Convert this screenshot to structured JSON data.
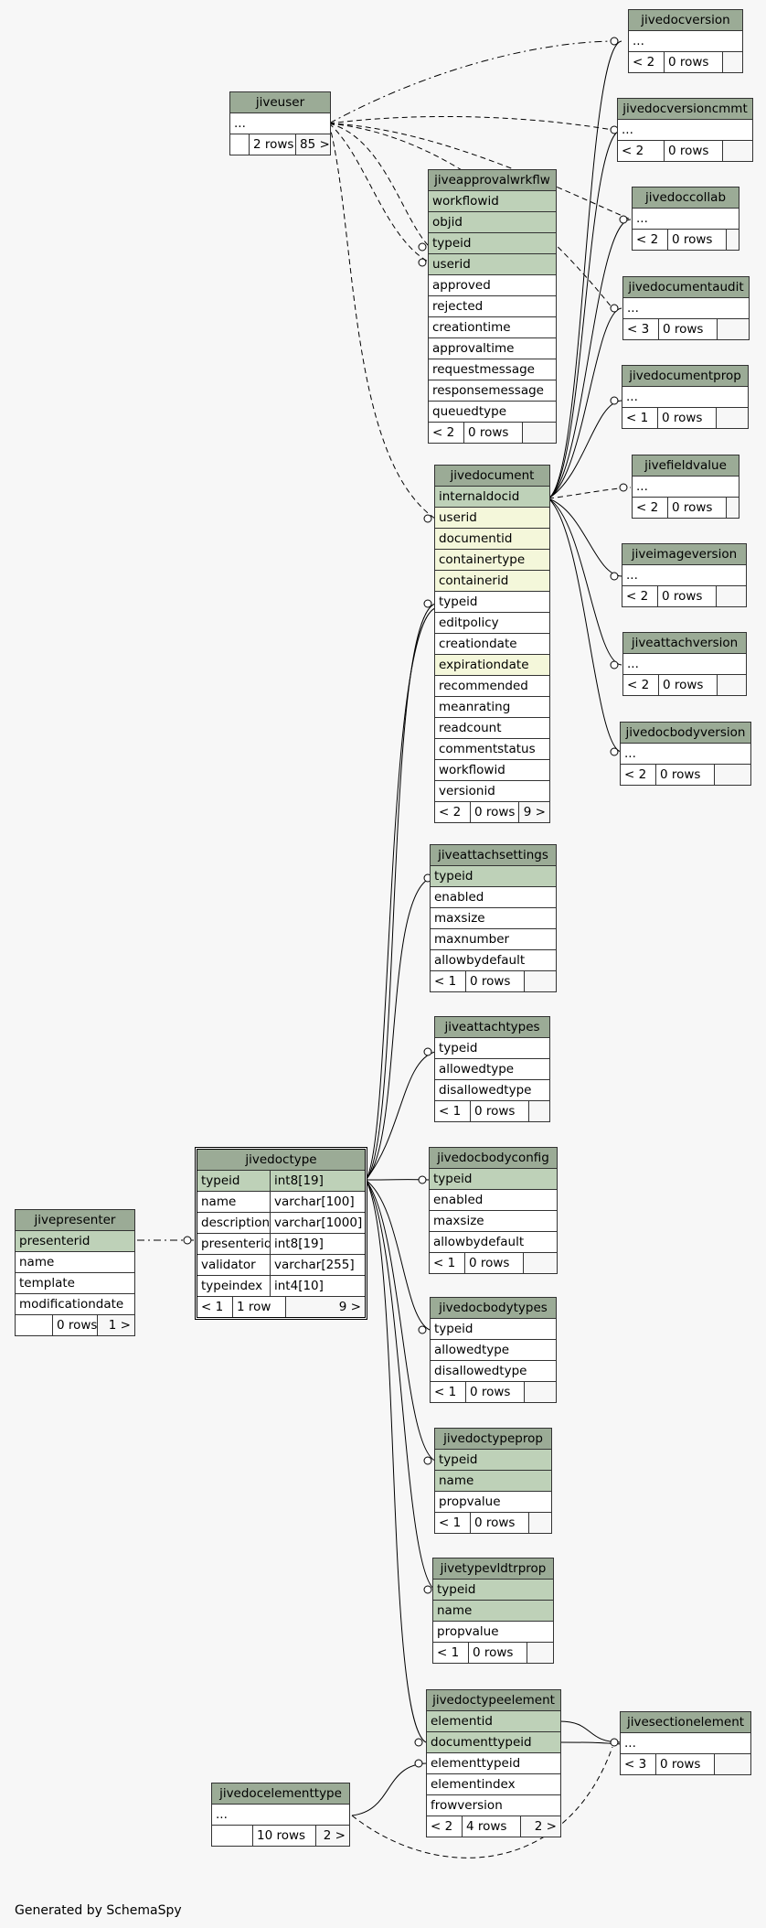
{
  "credit": "Generated by SchemaSpy",
  "tables": {
    "jivedocversion": {
      "name": "jivedocversion",
      "rows": [
        "..."
      ],
      "foot": [
        "< 2",
        "0 rows",
        ""
      ]
    },
    "jivedocversioncmmt": {
      "name": "jivedocversioncmmt",
      "rows": [
        "..."
      ],
      "foot": [
        "< 2",
        "0 rows",
        ""
      ]
    },
    "jivedoccollab": {
      "name": "jivedoccollab",
      "rows": [
        "..."
      ],
      "foot": [
        "< 2",
        "0 rows",
        ""
      ]
    },
    "jivedocumentaudit": {
      "name": "jivedocumentaudit",
      "rows": [
        "..."
      ],
      "foot": [
        "< 3",
        "0 rows",
        ""
      ]
    },
    "jivedocumentprop": {
      "name": "jivedocumentprop",
      "rows": [
        "..."
      ],
      "foot": [
        "< 1",
        "0 rows",
        ""
      ]
    },
    "jivefieldvalue": {
      "name": "jivefieldvalue",
      "rows": [
        "..."
      ],
      "foot": [
        "< 2",
        "0 rows",
        ""
      ]
    },
    "jiveimageversion": {
      "name": "jiveimageversion",
      "rows": [
        "..."
      ],
      "foot": [
        "< 2",
        "0 rows",
        ""
      ]
    },
    "jiveattachversion": {
      "name": "jiveattachversion",
      "rows": [
        "..."
      ],
      "foot": [
        "< 2",
        "0 rows",
        ""
      ]
    },
    "jivedocbodyversion": {
      "name": "jivedocbodyversion",
      "rows": [
        "..."
      ],
      "foot": [
        "< 2",
        "0 rows",
        ""
      ]
    },
    "jivesectionelement": {
      "name": "jivesectionelement",
      "rows": [
        "..."
      ],
      "foot": [
        "< 3",
        "0 rows",
        ""
      ]
    },
    "jiveuser": {
      "name": "jiveuser",
      "rows": [
        "..."
      ],
      "foot": [
        "",
        "2 rows",
        "85 >"
      ]
    },
    "jiveapprovalwrkflw": {
      "name": "jiveapprovalwrkflw",
      "rows": [
        "workflowid",
        "objid",
        "typeid",
        "userid",
        "approved",
        "rejected",
        "creationtime",
        "approvaltime",
        "requestmessage",
        "responsemessage",
        "queuedtype"
      ],
      "foot": [
        "< 2",
        "0 rows",
        ""
      ]
    },
    "jivedocument": {
      "name": "jivedocument",
      "rows": [
        "internaldocid",
        "userid",
        "documentid",
        "containertype",
        "containerid",
        "typeid",
        "editpolicy",
        "creationdate",
        "expirationdate",
        "recommended",
        "meanrating",
        "readcount",
        "commentstatus",
        "workflowid",
        "versionid"
      ],
      "foot": [
        "< 2",
        "0 rows",
        "9 >"
      ]
    },
    "jiveattachsettings": {
      "name": "jiveattachsettings",
      "rows": [
        "typeid",
        "enabled",
        "maxsize",
        "maxnumber",
        "allowbydefault"
      ],
      "foot": [
        "< 1",
        "0 rows",
        ""
      ]
    },
    "jiveattachtypes": {
      "name": "jiveattachtypes",
      "rows": [
        "typeid",
        "allowedtype",
        "disallowedtype"
      ],
      "foot": [
        "< 1",
        "0 rows",
        ""
      ]
    },
    "jivedocbodyconfig": {
      "name": "jivedocbodyconfig",
      "rows": [
        "typeid",
        "enabled",
        "maxsize",
        "allowbydefault"
      ],
      "foot": [
        "< 1",
        "0 rows",
        ""
      ]
    },
    "jivedocbodytypes": {
      "name": "jivedocbodytypes",
      "rows": [
        "typeid",
        "allowedtype",
        "disallowedtype"
      ],
      "foot": [
        "< 1",
        "0 rows",
        ""
      ]
    },
    "jivedoctypeprop": {
      "name": "jivedoctypeprop",
      "rows": [
        "typeid",
        "name",
        "propvalue"
      ],
      "foot": [
        "< 1",
        "0 rows",
        ""
      ]
    },
    "jivetypevldtrprop": {
      "name": "jivetypevldtrprop",
      "rows": [
        "typeid",
        "name",
        "propvalue"
      ],
      "foot": [
        "< 1",
        "0 rows",
        ""
      ]
    },
    "jivedoctypeelement": {
      "name": "jivedoctypeelement",
      "rows": [
        "elementid",
        "documenttypeid",
        "elementtypeid",
        "elementindex",
        "frowversion"
      ],
      "foot": [
        "< 2",
        "4 rows",
        "2 >"
      ]
    },
    "jivedocelementtype": {
      "name": "jivedocelementtype",
      "rows": [
        "..."
      ],
      "foot": [
        "",
        "10 rows",
        "2 >"
      ]
    },
    "jivepresenter": {
      "name": "jivepresenter",
      "rows": [
        "presenterid",
        "name",
        "template",
        "modificationdate"
      ],
      "foot": [
        "",
        "0 rows",
        "1 >"
      ]
    },
    "jivedoctype": {
      "name": "jivedoctype",
      "rows": [
        "typeid",
        "name",
        "description",
        "presenterid",
        "validator",
        "typeindex"
      ],
      "types": [
        "int8[19]",
        "varchar[100]",
        "varchar[1000]",
        "int8[19]",
        "varchar[255]",
        "int4[10]"
      ],
      "foot": [
        "< 1",
        "1 row",
        "9 >"
      ]
    }
  }
}
